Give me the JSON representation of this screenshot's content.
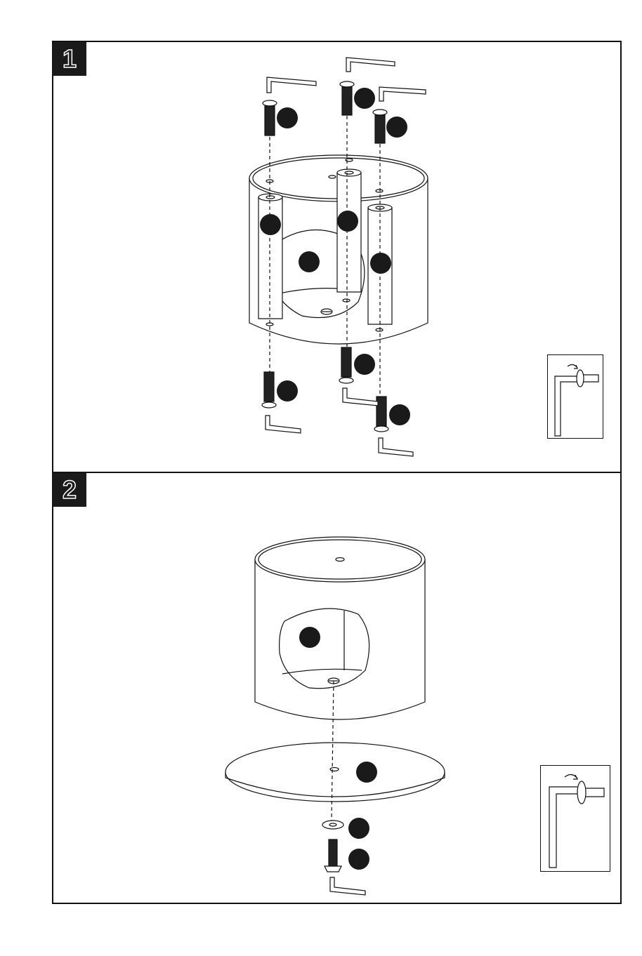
{
  "steps": [
    {
      "number": "1"
    },
    {
      "number": "2"
    }
  ],
  "icons": {
    "callout": "filled-circle-callout",
    "tool": "allen-key-icon",
    "tighten": "tighten-clockwise-icon"
  },
  "colors": {
    "ink": "#111111",
    "badge": "#1a1a1a",
    "paper": "#ffffff"
  }
}
